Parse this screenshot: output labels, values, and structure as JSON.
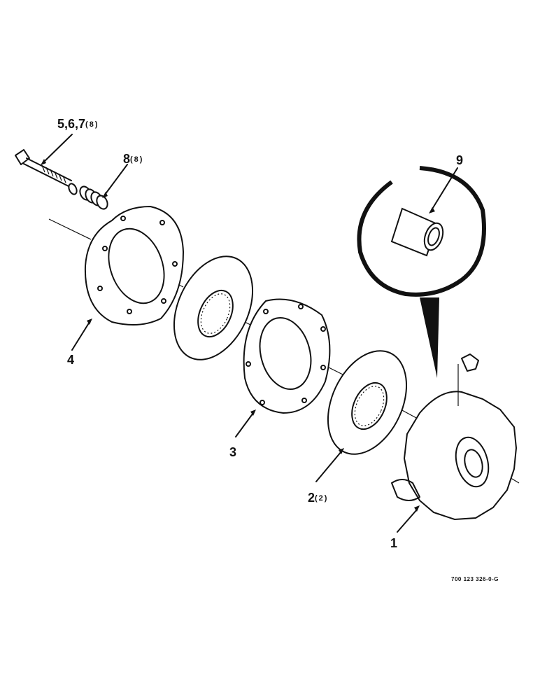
{
  "callouts": [
    {
      "part": "5,6,7",
      "qty": "(8)"
    },
    {
      "part": "8",
      "qty": "(8)"
    },
    {
      "part": "9",
      "qty": ""
    },
    {
      "part": "4",
      "qty": ""
    },
    {
      "part": "3",
      "qty": ""
    },
    {
      "part": "2",
      "qty": "(2)"
    },
    {
      "part": "1",
      "qty": ""
    }
  ],
  "figure_ref": "700 123 326-0-G"
}
